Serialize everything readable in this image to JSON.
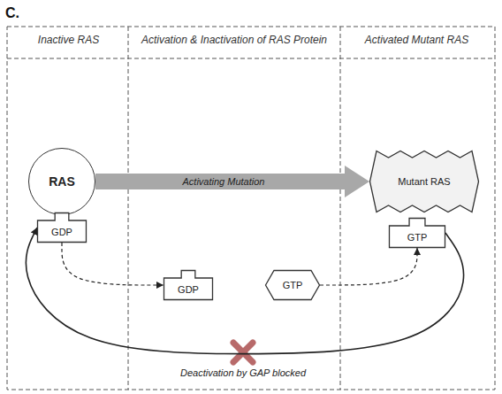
{
  "diagram": {
    "nodes": [
      {
        "text": [
          "Inactive RAS"
        ]
      },
      {
        "text": [
          "RAS"
        ],
        "in": 0
      },
      {
        "text": [
          "GDP"
        ],
        "in": 0
      },
      {
        "text": [
          "Activation & Inactivation of RAS Protein"
        ]
      },
      {
        "text": [
          "GDP"
        ],
        "in": 3
      },
      {
        "text": [
          "GTP"
        ],
        "in": 3
      },
      {
        "text": [
          "Activated Mutant RAS"
        ]
      },
      {
        "text": [
          "Mutant RAS"
        ],
        "in": 6
      },
      {
        "text": [
          "GTP"
        ],
        "in": 6
      }
    ],
    "edges": [
      {
        "from": 1,
        "to": 7,
        "arrow": "to",
        "label": "Activating Mutation"
      },
      {
        "from": 2,
        "to": 4,
        "arrow": "to"
      },
      {
        "from": 5,
        "to": 8,
        "arrow": "to"
      },
      {
        "from": 8,
        "to": 2,
        "arrow": "to",
        "label": "Deactivation by GAP blocked"
      }
    ],
    "labels": [
      "C."
    ]
  }
}
